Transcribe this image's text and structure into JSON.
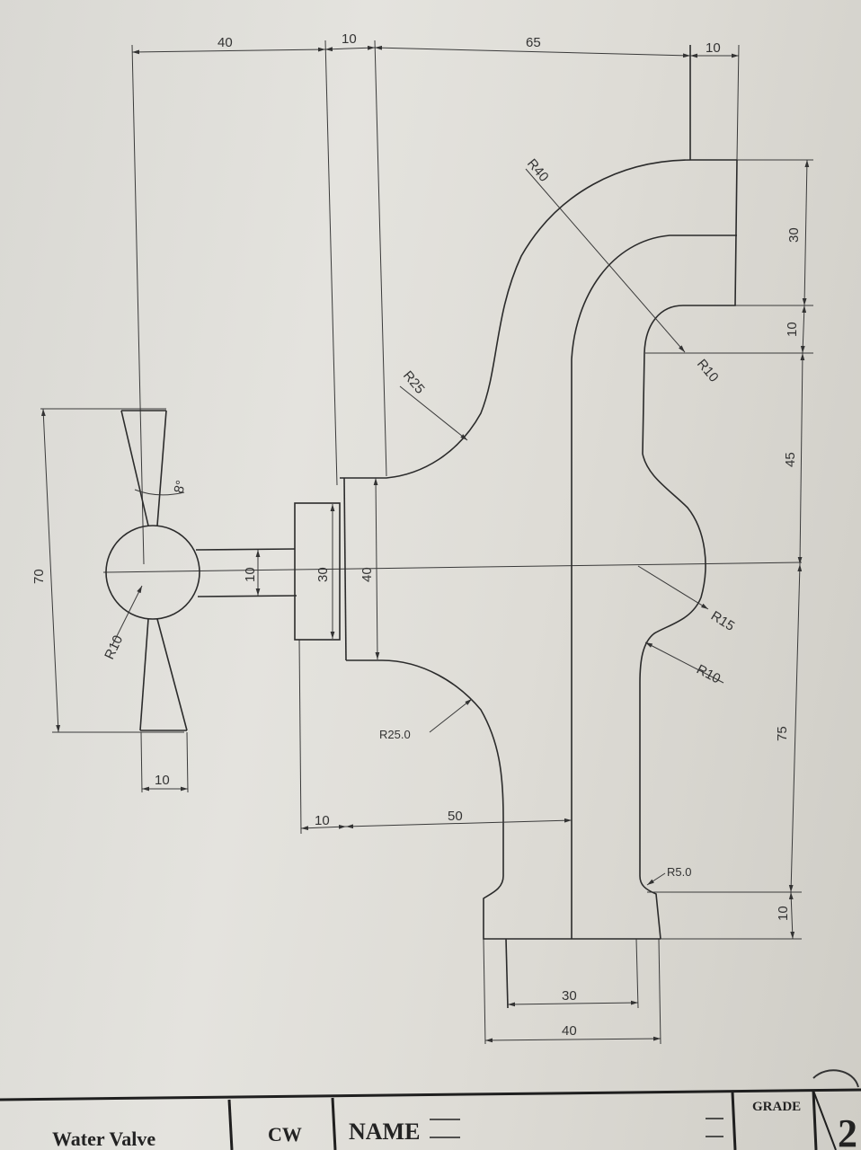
{
  "drawing": {
    "dimensions": {
      "d40_top": "40",
      "d10_top_left": "10",
      "d65_top": "65",
      "d10_top_right": "10",
      "d30_right": "30",
      "d10_right_a": "10",
      "d45_right": "45",
      "d75_right": "75",
      "d10_right_b": "10",
      "d70_left": "70",
      "d10_handle_bottom": "10",
      "d10_stem": "10",
      "d30_nut": "30",
      "d40_body": "40",
      "d10_bottom_left": "10",
      "d50_bottom": "50",
      "d30_outlet": "30",
      "d40_outlet": "40",
      "angle": "8°"
    },
    "radii": {
      "r40": "R40",
      "r25_top": "R25",
      "r10_top_right": "R10",
      "r15": "R15",
      "r10_mid_right": "R10",
      "r25_bottom": "R25.0",
      "r5": "R5.0",
      "r10_handle": "R10"
    }
  },
  "title_block": {
    "title": "Water Valve",
    "type": "CW",
    "name_label": "NAME",
    "grade_label": "GRADE",
    "sheet_number": "2"
  }
}
